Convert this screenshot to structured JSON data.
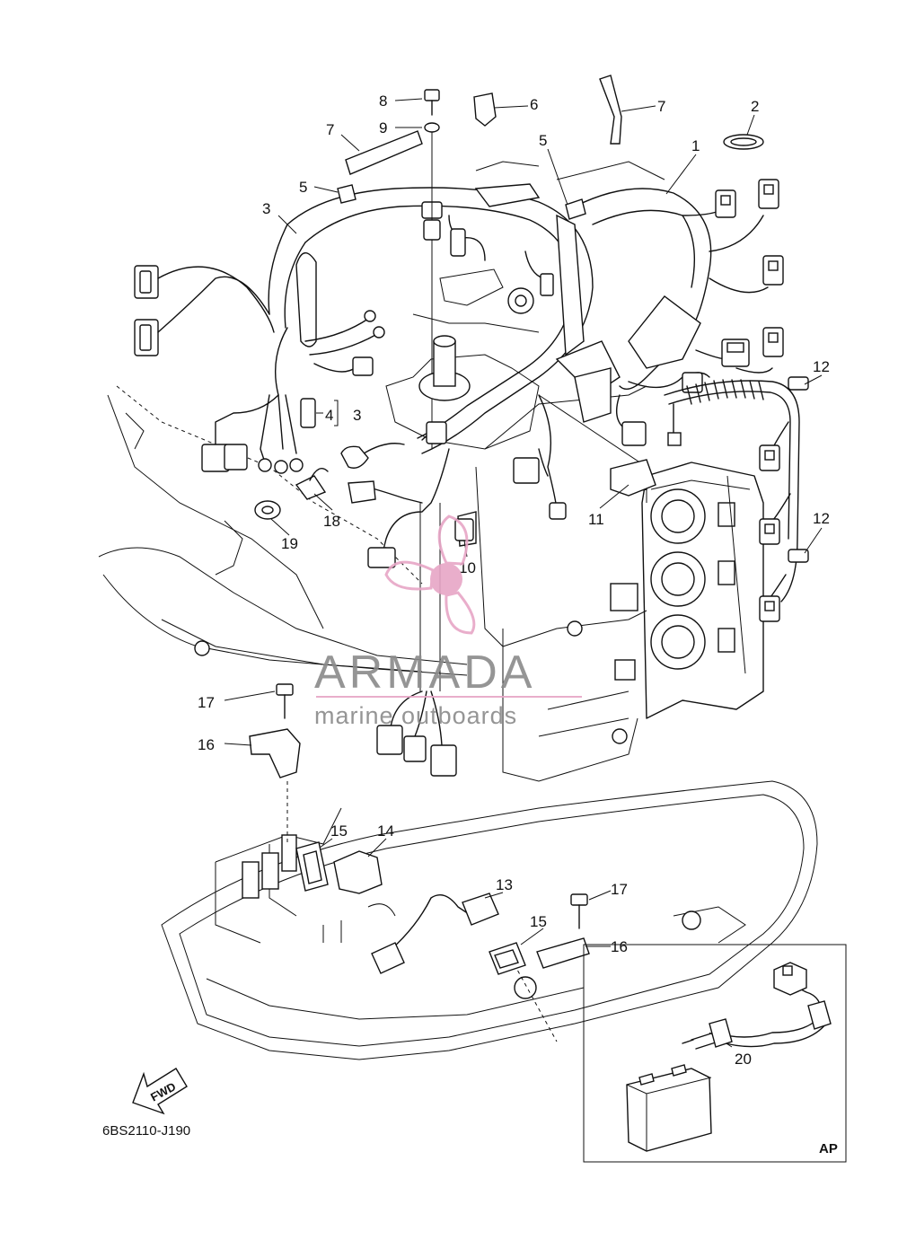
{
  "diagram": {
    "drawing_code": "6BS2110-J190",
    "fwd_label": "FWD",
    "inset_label": "AP",
    "callouts": {
      "c1": "1",
      "c2": "2",
      "c3a": "3",
      "c3b": "3",
      "c4": "4",
      "c5a": "5",
      "c5b": "5",
      "c6": "6",
      "c7a": "7",
      "c7b": "7",
      "c8": "8",
      "c9": "9",
      "c10": "10",
      "c11": "11",
      "c12a": "12",
      "c12b": "12",
      "c13": "13",
      "c14": "14",
      "c15a": "15",
      "c15b": "15",
      "c16a": "16",
      "c16b": "16",
      "c17a": "17",
      "c17b": "17",
      "c18": "18",
      "c19": "19",
      "c20": "20"
    }
  },
  "watermark": {
    "brand": "ARMADA",
    "tagline": "marine outboards",
    "logo_color": "#e7a6c6",
    "text_color": "#8a8a8a"
  }
}
